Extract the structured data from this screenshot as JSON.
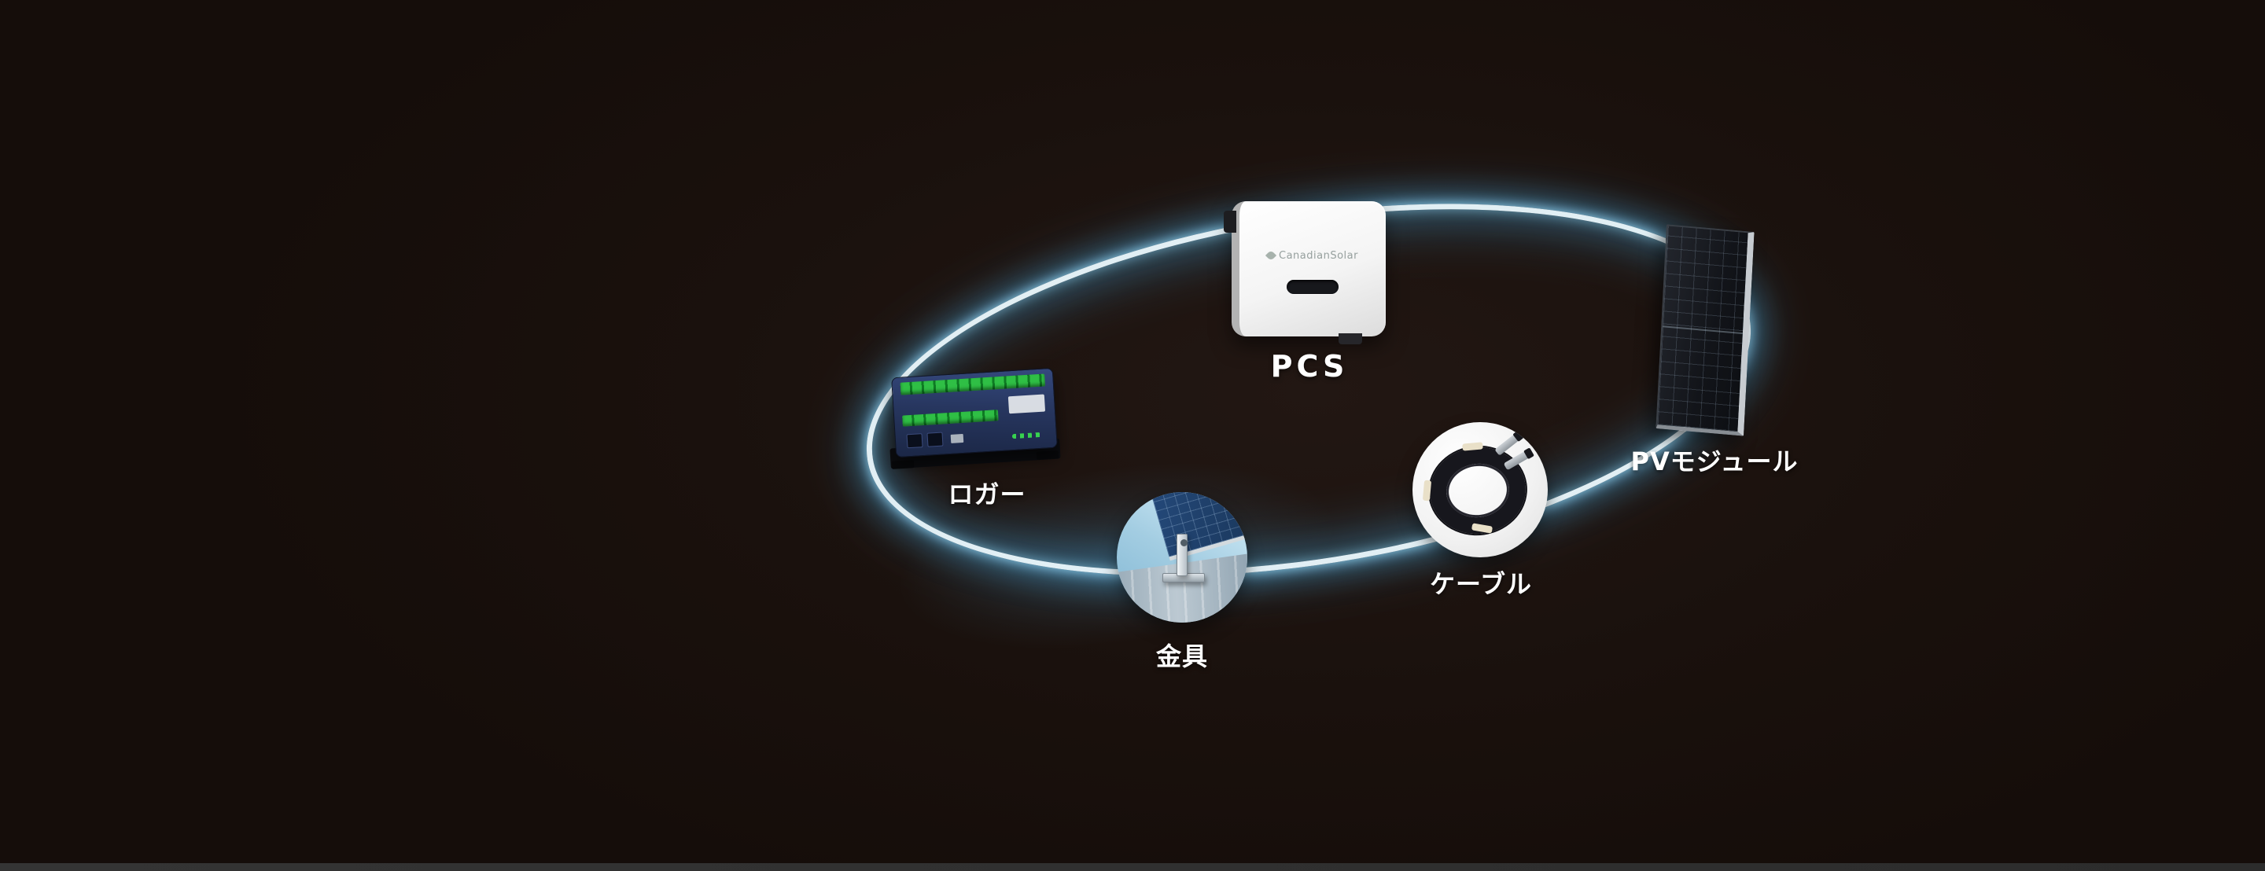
{
  "diagram": {
    "nodes": {
      "pcs": {
        "label": "PCS",
        "brand": "CanadianSolar"
      },
      "pv_module": {
        "label": "PVモジュール"
      },
      "cable": {
        "label": "ケーブル"
      },
      "bracket": {
        "label": "金具"
      },
      "logger": {
        "label": "ロガー"
      }
    },
    "colors": {
      "background": "#1a110d",
      "ring_core": "#ecfaff",
      "ring_glow": "#58c6f5",
      "label_text": "#ffffff"
    }
  }
}
